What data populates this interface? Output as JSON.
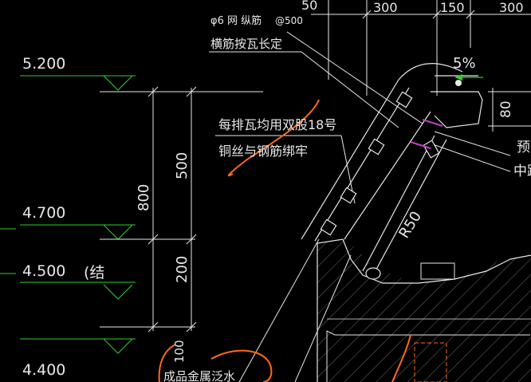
{
  "drawing": {
    "elevations": [
      "5.200",
      "4.700",
      "4.500",
      "4.400"
    ],
    "vertical_dims": {
      "total": "800",
      "upper": "500",
      "lower": "200"
    },
    "top_dims": [
      "50",
      "300",
      "150",
      "300"
    ],
    "note_rebar_line1": "φ6 网 纵筋",
    "note_rebar_spacing": "@500",
    "note_rebar_line2": "横筋按瓦长定",
    "note_tie_line1": "每排瓦均用双股18号",
    "note_tie_line2": "铜丝与钢筋绑牢",
    "slope_label": "5%",
    "right_dim": "80",
    "radius_label": "R50",
    "structure_note": "(结",
    "lower_dim": "100",
    "bottom_note": "成品金属泛水",
    "right_note_1": "预",
    "right_note_2": "中距"
  },
  "colors": {
    "background": "#000000",
    "line_white": "#e8e8e8",
    "line_green": "#2dd12d",
    "markup_orange": "#ff6a1a",
    "rebar_magenta": "#c040c0"
  }
}
